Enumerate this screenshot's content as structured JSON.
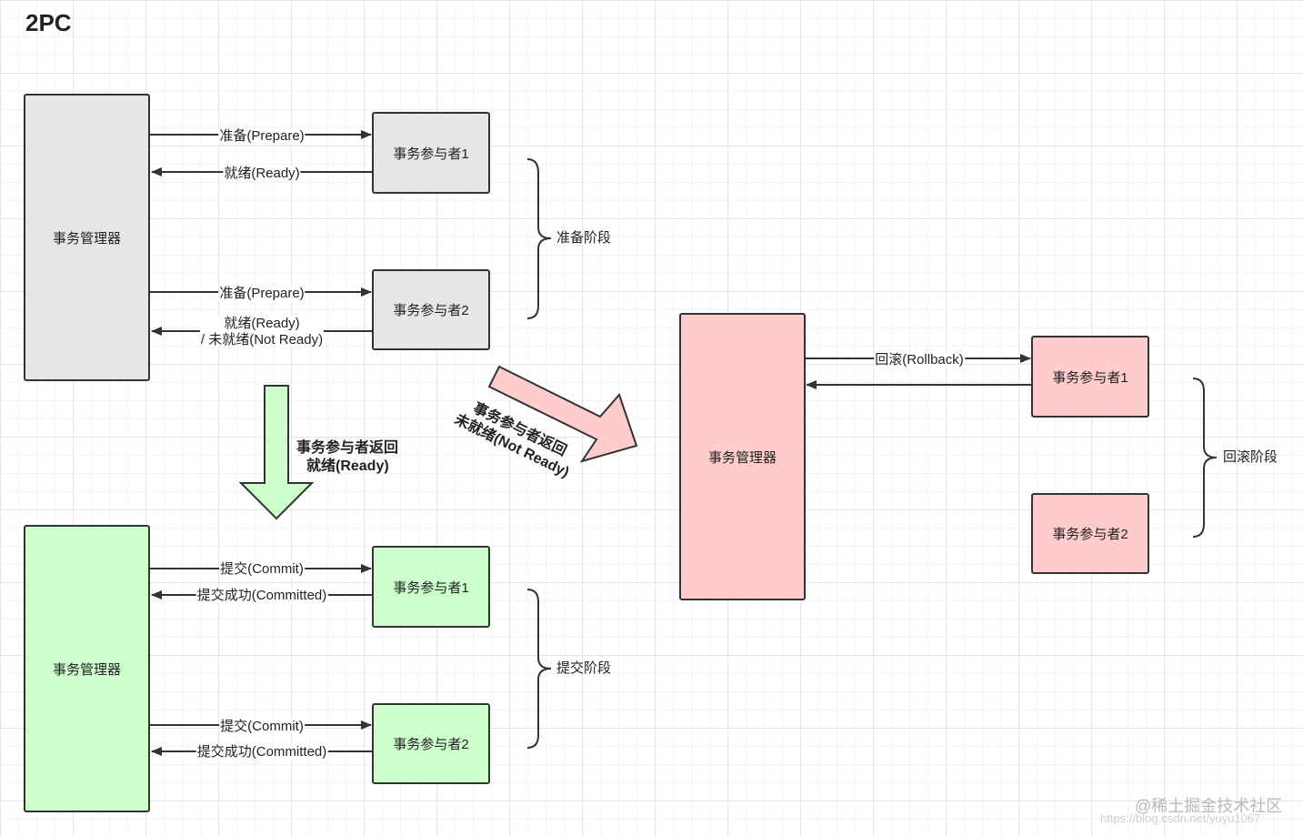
{
  "title": "2PC",
  "prepare_phase": {
    "manager_label": "事务管理器",
    "participant1_label": "事务参与者1",
    "participant2_label": "事务参与者2",
    "prepare_label_1": "准备(Prepare)",
    "ready_label_1": "就绪(Ready)",
    "prepare_label_2": "准备(Prepare)",
    "ready_label_2_line1": "就绪(Ready)",
    "ready_label_2_line2": "/ 未就绪(Not Ready)",
    "phase_label": "准备阶段"
  },
  "transition_ready": {
    "line1": "事务参与者返回",
    "line2": "就绪(Ready)"
  },
  "transition_not_ready": {
    "line1": "事务参与者返回",
    "line2": "未就绪(Not Ready)"
  },
  "commit_phase": {
    "manager_label": "事务管理器",
    "participant1_label": "事务参与者1",
    "participant2_label": "事务参与者2",
    "commit_label_1": "提交(Commit)",
    "committed_label_1": "提交成功(Committed)",
    "commit_label_2": "提交(Commit)",
    "committed_label_2": "提交成功(Committed)",
    "phase_label": "提交阶段"
  },
  "rollback_phase": {
    "manager_label": "事务管理器",
    "participant1_label": "事务参与者1",
    "participant2_label": "事务参与者2",
    "rollback_label": "回滚(Rollback)",
    "phase_label": "回滚阶段"
  },
  "colors": {
    "prepare_fill": "#e6e6e6",
    "commit_fill": "#ccffcc",
    "rollback_fill": "#ffcccc",
    "stroke": "#333333"
  },
  "watermark": {
    "text": "@稀土掘金技术社区",
    "url": "https://blog.csdn.net/yuyu1067"
  }
}
